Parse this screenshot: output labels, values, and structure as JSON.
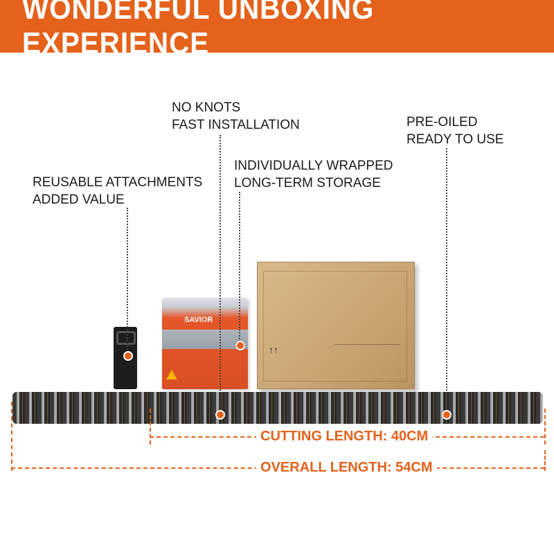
{
  "banner": {
    "title": "WONDERFUL UNBOXING EXPERIENCE"
  },
  "labels": {
    "no_knots": {
      "line1": "NO KNOTS",
      "line2": "FAST INSTALLATION"
    },
    "pre_oiled": {
      "line1": "PRE-OILED",
      "line2": "READY TO USE"
    },
    "wrapped": {
      "line1": "INDIVIDUALLY WRAPPED",
      "line2": "LONG-TERM STORAGE"
    },
    "attachments": {
      "line1": "REUSABLE ATTACHMENTS",
      "line2": "ADDED VALUE"
    }
  },
  "measurements": {
    "cutting": "CUTTING LENGTH: 40CM",
    "overall": "OVERALL LENGTH: 54CM"
  },
  "pouch": {
    "brand": "SAVIOR"
  },
  "colors": {
    "accent": "#e4621b",
    "text": "#1a1a1a",
    "box": "#c9a473"
  }
}
